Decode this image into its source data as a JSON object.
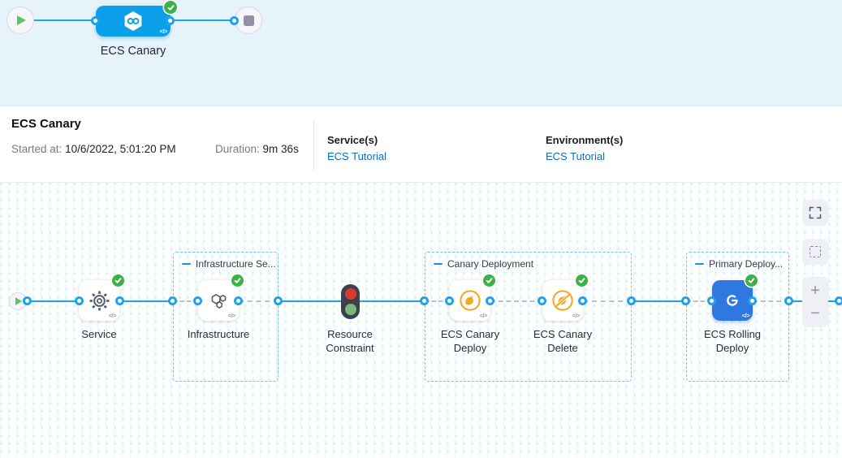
{
  "colors": {
    "accent": "#1ea2e9",
    "node-blue": "#0da0ea",
    "ecs-blue": "#2f78e0",
    "green": "#3fb048",
    "link": "#0b6fc5",
    "amber": "#f6a721"
  },
  "stage_strip": {
    "stage_name": "ECS Canary"
  },
  "info_bar": {
    "title": "ECS Canary",
    "started_label": "Started at:",
    "started_value": "10/6/2022, 5:01:20 PM",
    "duration_label": "Duration:",
    "duration_value": "9m 36s",
    "services_label": "Service(s)",
    "services_link": "ECS Tutorial",
    "environments_label": "Environment(s)",
    "environments_link": "ECS Tutorial"
  },
  "graph": {
    "code_glyph": "</>",
    "groups": [
      {
        "title": "Infrastructure Se..."
      },
      {
        "title": "Canary Deployment"
      },
      {
        "title": "Primary Deploy..."
      }
    ],
    "nodes": [
      {
        "label": "Service"
      },
      {
        "label": "Infrastructure"
      },
      {
        "label": "Resource Constraint"
      },
      {
        "label": "ECS Canary Deploy"
      },
      {
        "label": "ECS Canary Delete"
      },
      {
        "label": "ECS Rolling Deploy"
      }
    ]
  },
  "controls": {
    "zoom_in": "+",
    "zoom_out": "−"
  }
}
